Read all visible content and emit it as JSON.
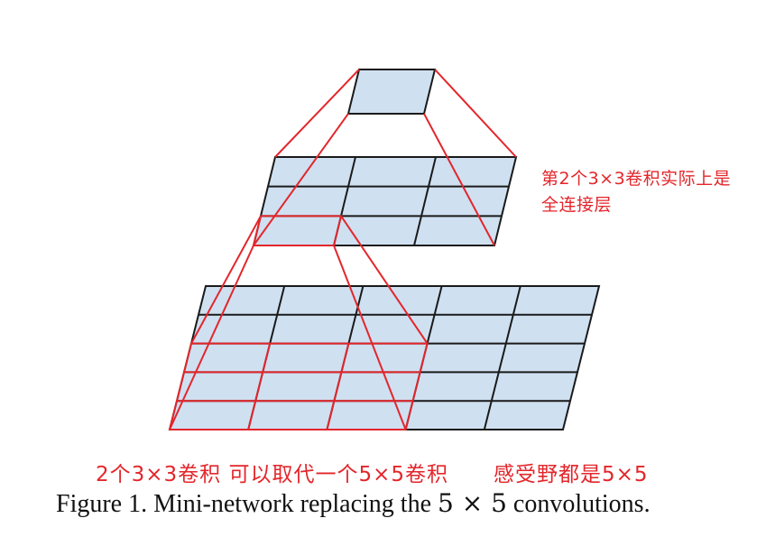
{
  "caption": {
    "prefix": "Figure 1. Mini-network replacing the ",
    "math": "5 × 5",
    "suffix": " convolutions."
  },
  "annotations": {
    "top_right_line1": "第2个3×3卷积实际上是",
    "top_right_line2": "全连接层",
    "bottom_part1": "2个3×3卷积 可以取代一个5×5卷积",
    "bottom_part2": "感受野都是5×5"
  },
  "grids": {
    "top": {
      "rows": 1,
      "cols": 1
    },
    "middle": {
      "rows": 3,
      "cols": 3
    },
    "bottom": {
      "rows": 5,
      "cols": 5
    }
  },
  "colors": {
    "cell_fill": "#cfe0f1",
    "grid_line": "#1a1a1a",
    "highlight": "#e3262b"
  }
}
